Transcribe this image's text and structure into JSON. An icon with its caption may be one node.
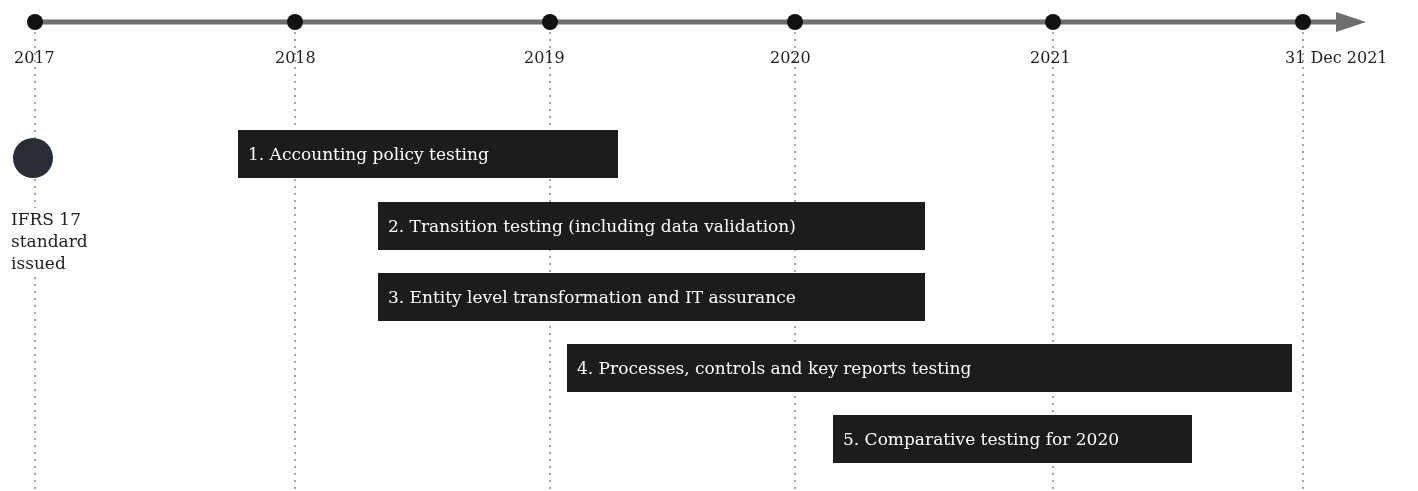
{
  "diagram": {
    "nodes": [
      {
        "text": [],
        "shape": "circle",
        "beside": [
          "IFRS 17 standard issued"
        ]
      },
      {
        "text": [
          "1.  Accounting policy testing"
        ]
      },
      {
        "text": [
          "2.  Transition testing (including data validation)"
        ]
      },
      {
        "text": [
          "3.  Entity level transformation and IT assurance"
        ]
      },
      {
        "text": [
          "4.  Processes, controls and key reports testing"
        ]
      },
      {
        "text": [
          "5.  Comparative testing for 2020"
        ]
      }
    ],
    "labels": [
      "2017",
      "2018",
      "2019",
      "2020",
      "2021",
      "31 Dec 2021"
    ]
  }
}
